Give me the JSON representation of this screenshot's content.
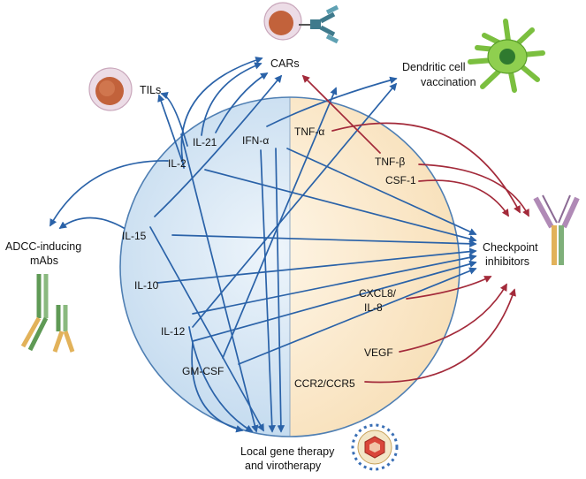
{
  "colors": {
    "blue_arrow": "#2a62a8",
    "red_arrow": "#a32a3a",
    "left_fill": "#cfe3f3",
    "right_fill": "#fbe8c9",
    "circle_stroke": "#4f7fb3"
  },
  "therapies": {
    "cars": "CARs",
    "tils": "TILs",
    "dc_line1": "Dendritic cell",
    "dc_line2": "vaccination",
    "adcc_line1": "ADCC-inducing",
    "adcc_line2": "mAbs",
    "checkpoint_line1": "Checkpoint",
    "checkpoint_line2": "inhibitors",
    "gene_line1": "Local gene therapy",
    "gene_line2": "and virotherapy"
  },
  "left_cytokines": {
    "il21": "IL-21",
    "il2": "IL-2",
    "il15": "IL-15",
    "il10": "IL-10",
    "il12": "IL-12",
    "gmcsf": "GM-CSF",
    "ifna": "IFN-α"
  },
  "right_factors": {
    "tnfa": "TNF-α",
    "tnfb": "TNF-β",
    "csf1": "CSF-1",
    "cxcl8_line1": "CXCL8/",
    "cxcl8_line2": "IL-8",
    "vegf": "VEGF",
    "ccr": "CCR2/CCR5"
  },
  "icons": {
    "car_t": "car-t-cell-icon",
    "til": "til-cell-icon",
    "dendritic": "dendritic-cell-icon",
    "virus": "virus-icon",
    "antibody_checkpoint": "antibody-icon",
    "antibody_adcc": "antibody-pair-icon"
  }
}
